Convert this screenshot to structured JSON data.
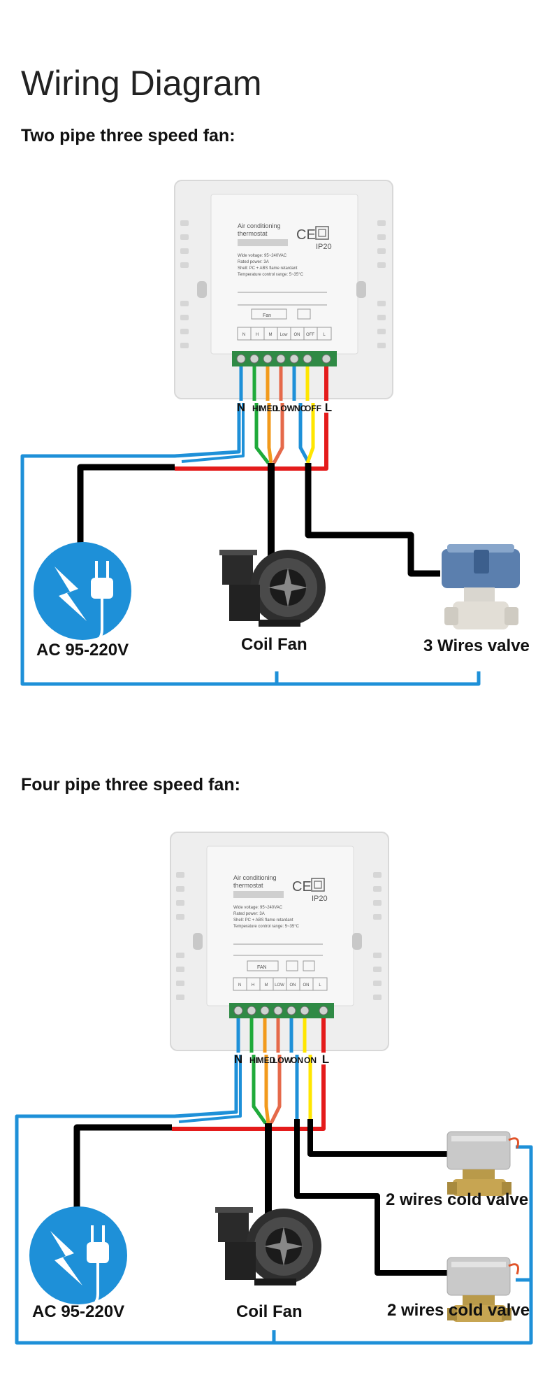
{
  "title": "Wiring Diagram",
  "section1": {
    "heading": "Two pipe three speed fan:",
    "thermostat": {
      "name_line1": "Air conditioning",
      "name_line2": "thermostat",
      "spec1": "Wide voltage: 95~240VAC",
      "spec2": "Rated power: 3A",
      "spec3": "Shell: PC + ABS flame retardant",
      "spec4": "Temperature control range: 5~35°C",
      "rating": "IP20",
      "fan_label": "Fan",
      "panel_terminals": [
        "N",
        "H",
        "M",
        "Low",
        "ON",
        "OFF",
        "L"
      ]
    },
    "terminals": [
      "N",
      "HI",
      "MED",
      "LOW",
      "NO",
      "OFF",
      "L"
    ],
    "power_label": "AC 95-220V",
    "fan_label": "Coil Fan",
    "valve_label": "3 Wires valve"
  },
  "section2": {
    "heading": "Four pipe three speed fan:",
    "thermostat": {
      "name_line1": "Air conditioning",
      "name_line2": "thermostat",
      "spec1": "Wide voltage: 95~240VAC",
      "spec2": "Rated power: 3A",
      "spec3": "Shell: PC + ABS flame retardant",
      "spec4": "Temperature control range: 5~35°C",
      "rating": "IP20",
      "fan_label": "FAN",
      "panel_terminals": [
        "N",
        "H",
        "M",
        "LOW",
        "ON",
        "ON",
        "L"
      ]
    },
    "terminals": [
      "N",
      "HI",
      "MED",
      "LOW",
      "ON",
      "ON",
      "L"
    ],
    "power_label": "AC 95-220V",
    "fan_label": "Coil Fan",
    "valve1_label": "2 wires cold valve",
    "valve2_label": "2 wires cold valve"
  },
  "colors": {
    "blue": "#1e90d8",
    "green": "#1faa3a",
    "orange": "#f29a1c",
    "coral": "#e5694a",
    "yellow": "#ffe600",
    "red": "#e41b1b",
    "black": "#000000",
    "panel": "#f1f1f1"
  }
}
